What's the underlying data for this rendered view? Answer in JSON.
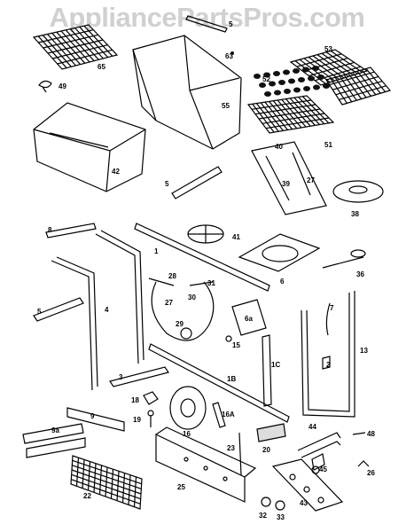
{
  "watermark": "AppliancePartsPros.com",
  "callouts": {
    "c5top": "5",
    "c63": "63",
    "c65": "65",
    "c49": "49",
    "c55": "55",
    "c53": "53",
    "c52": "52",
    "c42": "42",
    "c51": "51",
    "c40": "40",
    "c5a": "5",
    "c27": "27",
    "c39": "39",
    "c38": "38",
    "c8": "8",
    "c41": "41",
    "c1": "1",
    "c28": "28",
    "c31": "31",
    "c6": "6",
    "c36": "36",
    "c5b": "5",
    "c4": "4",
    "c27b": "27",
    "c30": "30",
    "c29": "29",
    "c6a": "6a",
    "c7": "7",
    "c15": "15",
    "c1c": "1C",
    "c2": "2",
    "c13": "13",
    "c3": "3",
    "c1b": "1B",
    "c18": "18",
    "c19": "19",
    "c16": "16",
    "c16a": "16A",
    "c9": "9",
    "c9a": "9a",
    "c23": "23",
    "c20": "20",
    "c44": "44",
    "c48": "48",
    "c45": "45",
    "c26": "26",
    "c22": "22",
    "c25": "25",
    "c43": "43",
    "c32": "32",
    "c33": "33"
  }
}
